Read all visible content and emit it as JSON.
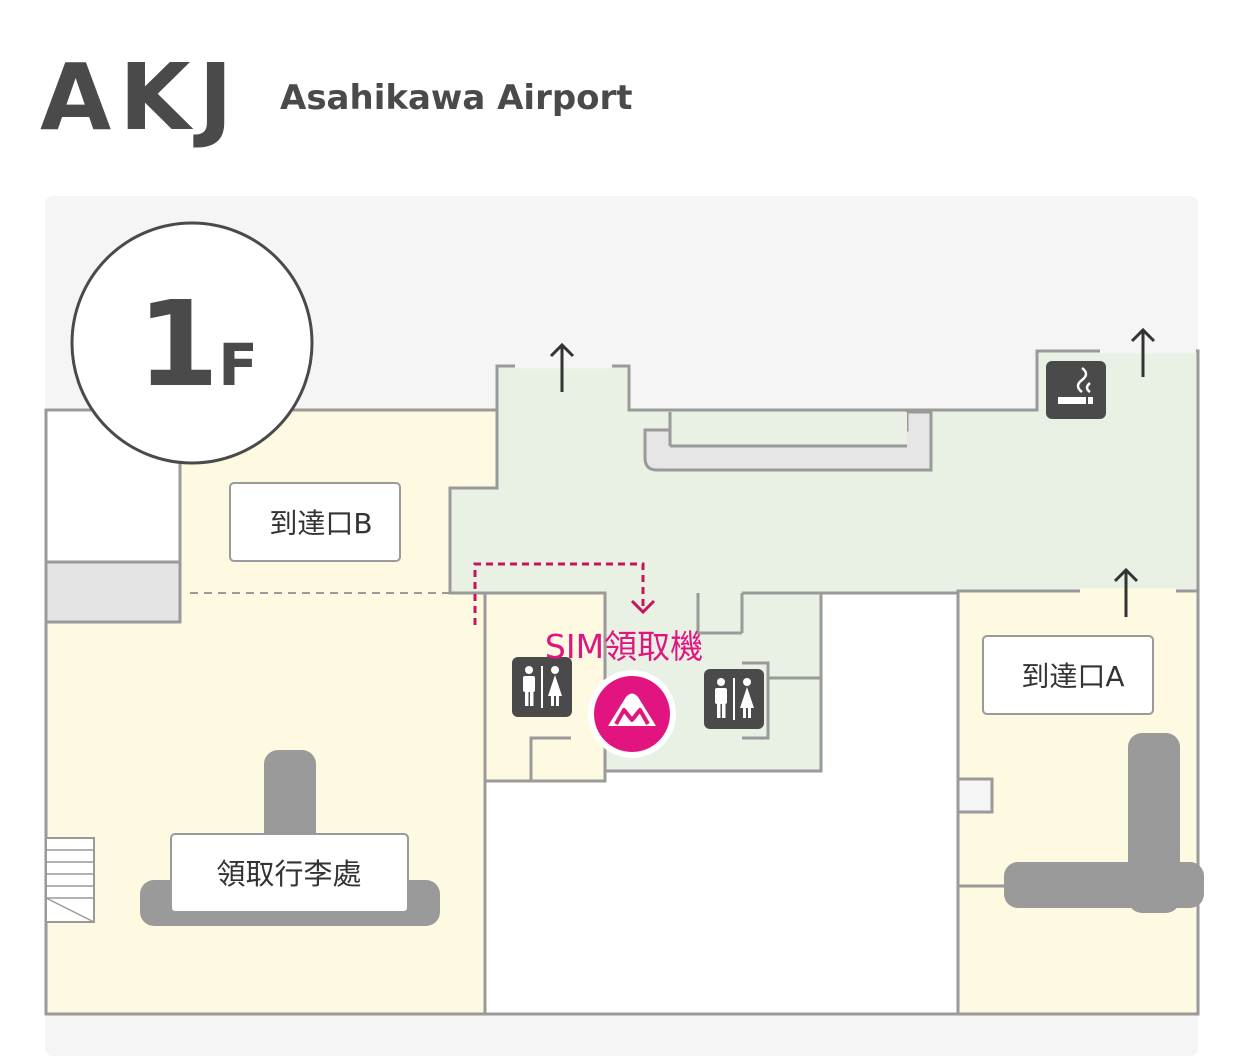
{
  "header": {
    "airport_code": "AKJ",
    "airport_name": "Asahikawa Airport"
  },
  "floor": {
    "number": "1",
    "suffix": "F"
  },
  "labels": {
    "arrival_gate_b": "到達口B",
    "arrival_gate_a": "到達口A",
    "baggage_claim": "領取行李處",
    "sim_pickup": "SIM領取機"
  },
  "icons": {
    "smoking_area": "smoking-icon",
    "restroom_left": "restroom-icon",
    "restroom_right": "restroom-icon",
    "sim_machine": "mountain-logo-icon",
    "exit_arrows": "arrow-up-icon"
  },
  "colors": {
    "text": "#4a4a4a",
    "public_area": "#e9f0e4",
    "arrival_area": "#fefae2",
    "corridor": "#f5f5f5",
    "wall": "#9a9a9a",
    "conveyor": "#9a9a9a",
    "accent": "#e2147f"
  }
}
